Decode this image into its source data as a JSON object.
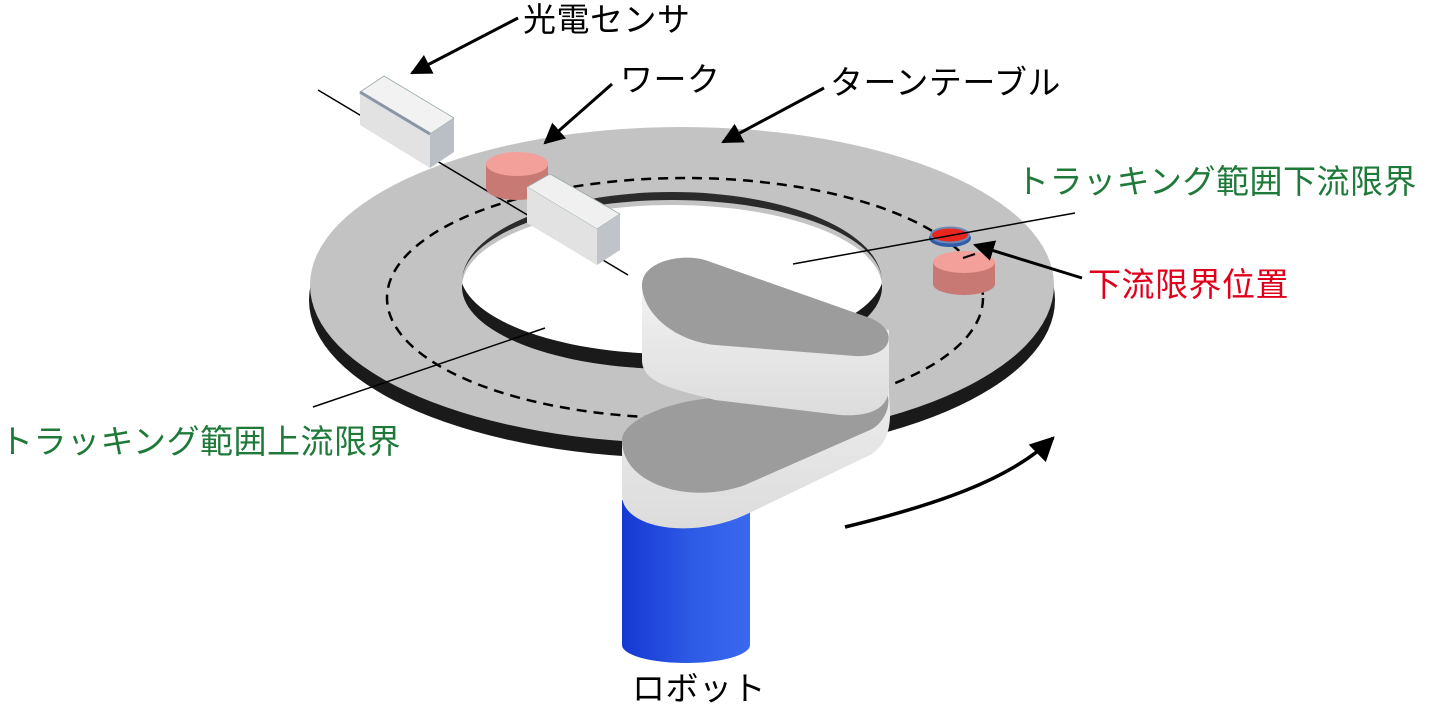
{
  "labels": {
    "photoelectric_sensor": "光電センサ",
    "workpiece": "ワーク",
    "turntable": "ターンテーブル",
    "tracking_downstream_limit": "トラッキング範囲下流限界",
    "downstream_limit_position": "下流限界位置",
    "tracking_upstream_limit": "トラッキング範囲上流限界",
    "robot": "ロボット"
  },
  "colors": {
    "table_top": "#c3c3c3",
    "table_edge": "#1a1a1a",
    "work_fill": "#f4a09a",
    "work_side": "#c97973",
    "marker_fill": "#e8281e",
    "marker_ring": "#2f5da8",
    "robot_body": "#2e5be6",
    "arm_top": "#9c9c9c",
    "arm_side": "#e9e9e9",
    "sensor": "#e4e4e4",
    "label_green": "#1f7a3a",
    "label_red": "#e0001b"
  },
  "icons": {
    "rotation": "curved-arrow-icon",
    "pointer": "arrow-icon"
  }
}
